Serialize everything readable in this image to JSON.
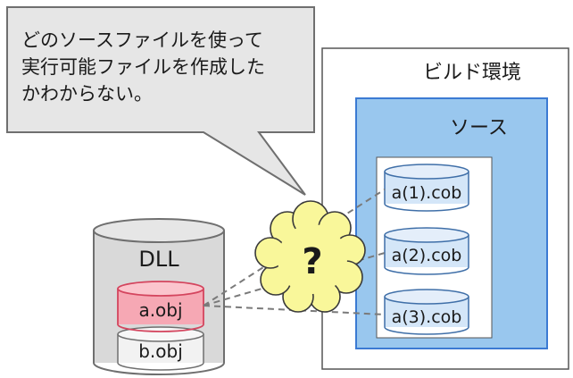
{
  "callout": {
    "lines": [
      "どのソースファイルを使って",
      "実行可能ファイルを作成した",
      "かわからない。"
    ]
  },
  "build_env": {
    "title": "ビルド環境",
    "source_title": "ソース",
    "files": [
      "a(1).cob",
      "a(2).cob",
      "a(3).cob"
    ]
  },
  "dll": {
    "title": "DLL",
    "objects": [
      "a.obj",
      "b.obj"
    ]
  },
  "cloud": {
    "label": "?"
  },
  "colors": {
    "callout_fill": "#e6e6e6",
    "source_fill": "#99c7ee",
    "file_fill": "#d4e6f8",
    "cloud_fill": "#f9f79a",
    "dll_fill": "#d9d9d9",
    "highlight_fill": "#f6a8b4"
  }
}
